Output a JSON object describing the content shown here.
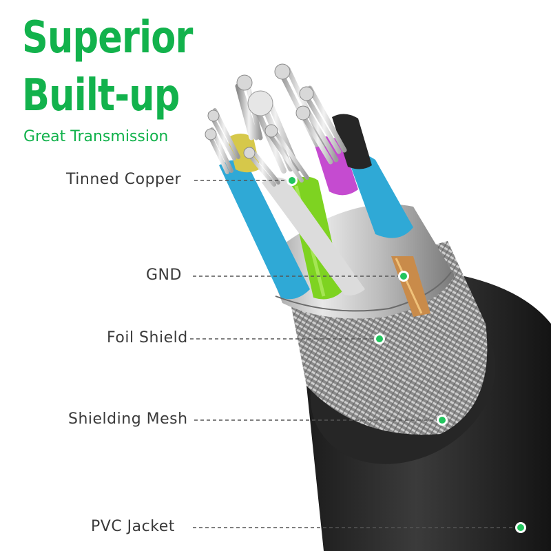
{
  "header": {
    "title_line_1": "Superior",
    "title_line_2": "Built-up",
    "subtitle": "Great Transmission"
  },
  "callouts": [
    {
      "label": "Tinned Copper"
    },
    {
      "label": "GND"
    },
    {
      "label": "Foil Shield"
    },
    {
      "label": "Shielding Mesh"
    },
    {
      "label": "PVC Jacket"
    }
  ],
  "colors": {
    "brand_green": "#12b24c",
    "marker_green": "#22c55e",
    "label_text": "#3a3a3a",
    "jacket": "#2a2a2a",
    "wire_blue": "#2fa9d6",
    "wire_green": "#7ed321",
    "wire_purple": "#c54bd0",
    "wire_yellow": "#d6c84a",
    "wire_white": "#dcdcdc"
  }
}
